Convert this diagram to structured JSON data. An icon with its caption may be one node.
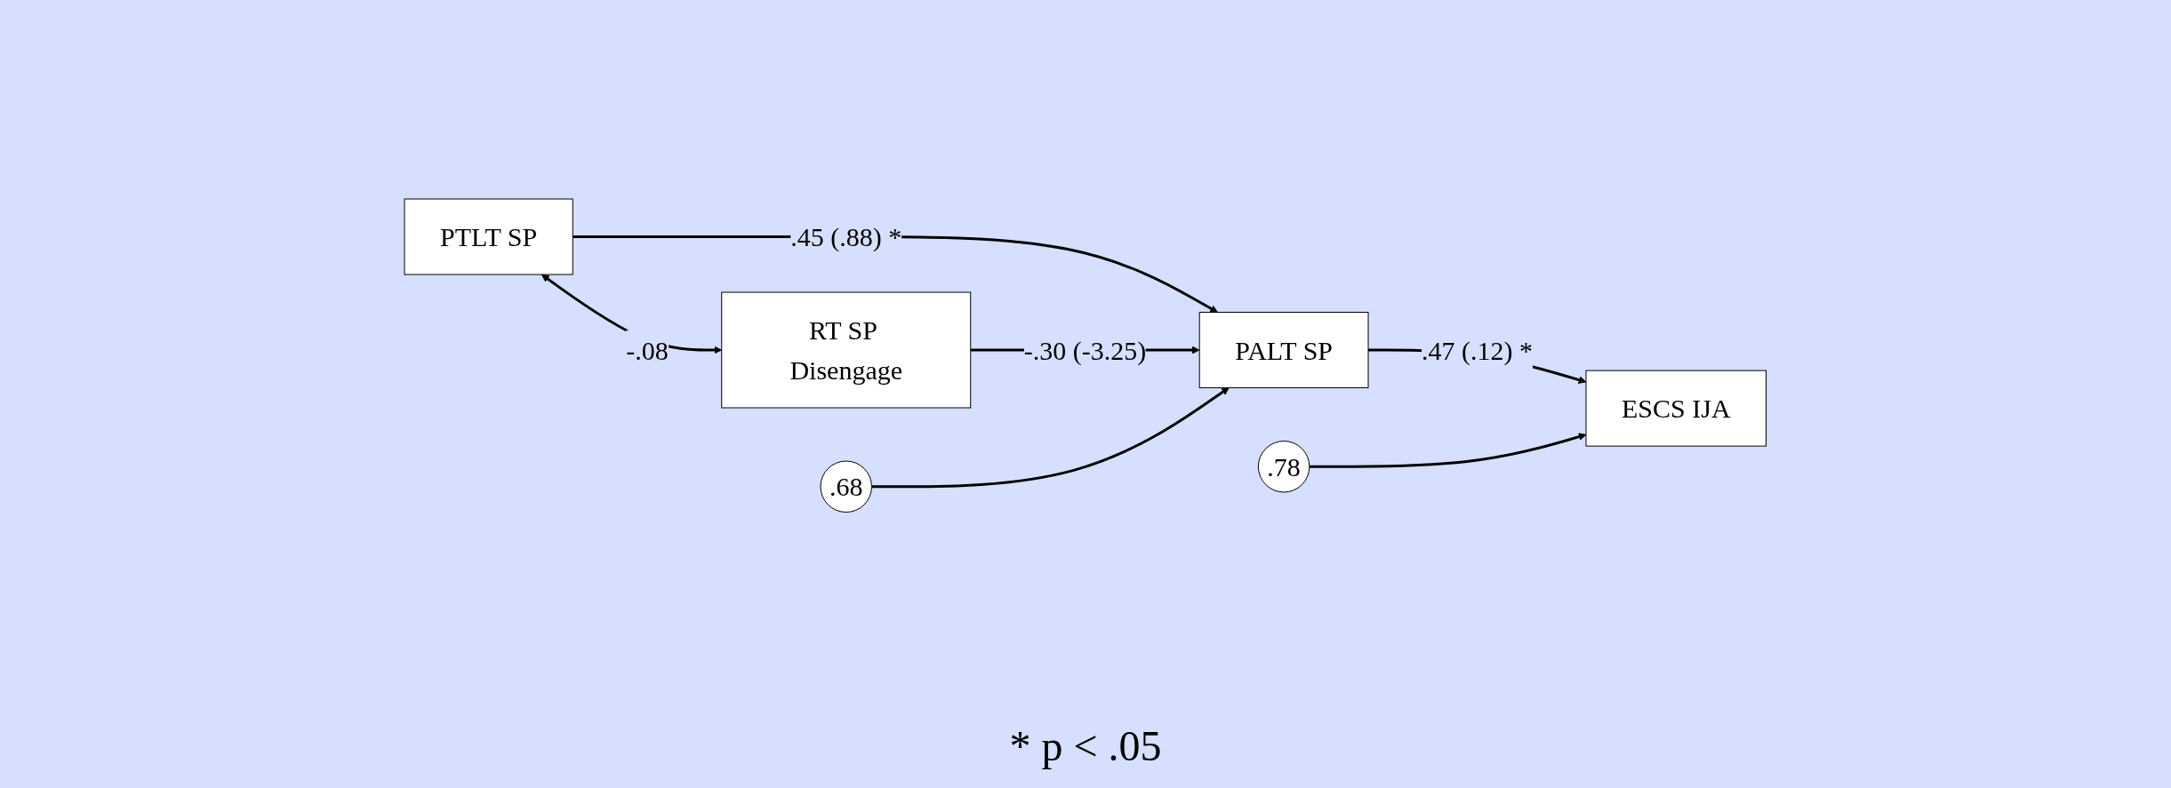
{
  "diagram": {
    "nodes": [
      {
        "text": [
          "PTLT SP"
        ]
      },
      {
        "text": [
          "RT SP Disengage"
        ]
      },
      {
        "text": [
          ".68"
        ]
      },
      {
        "text": [
          "PALT SP"
        ]
      },
      {
        "text": [
          ".78"
        ]
      },
      {
        "text": [
          "ESCS IJA"
        ]
      }
    ],
    "edges": [
      {
        "from": 0,
        "to": 1,
        "arrow": "both",
        "label": "-.08"
      },
      {
        "from": 0,
        "to": 3,
        "arrow": "to",
        "label": ".45 (.88) *"
      },
      {
        "from": 1,
        "to": 3,
        "arrow": "to",
        "label": "-.30 (-3.25)"
      },
      {
        "from": 2,
        "to": 3,
        "arrow": "to"
      },
      {
        "from": 3,
        "to": 5,
        "arrow": "to",
        "label": ".47 (.12) *"
      },
      {
        "from": 4,
        "to": 5,
        "arrow": "to"
      }
    ],
    "labels": [
      "* p < .05"
    ]
  }
}
